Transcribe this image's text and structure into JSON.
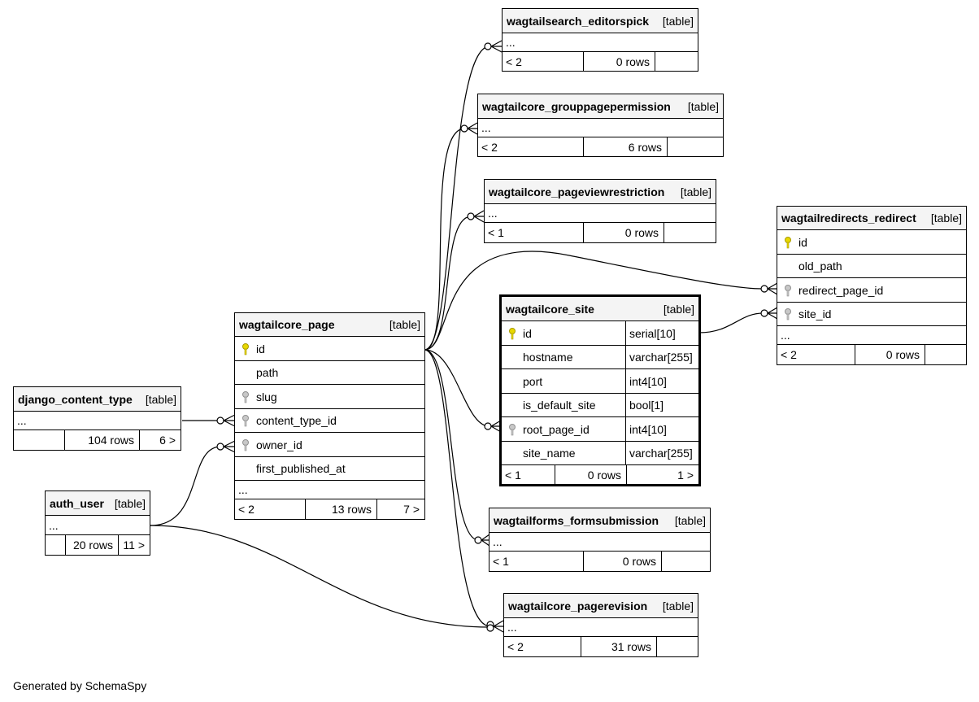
{
  "footer": {
    "generated_by": "Generated by SchemaSpy"
  },
  "tables": {
    "wagtailsearch_editorspick": {
      "name": "wagtailsearch_editorspick",
      "type": "[table]",
      "more": "...",
      "parents": "< 2",
      "rows": "0 rows",
      "children": ""
    },
    "wagtailcore_grouppagepermission": {
      "name": "wagtailcore_grouppagepermission",
      "type": "[table]",
      "more": "...",
      "parents": "< 2",
      "rows": "6 rows",
      "children": ""
    },
    "wagtailcore_pageviewrestriction": {
      "name": "wagtailcore_pageviewrestriction",
      "type": "[table]",
      "more": "...",
      "parents": "< 1",
      "rows": "0 rows",
      "children": ""
    },
    "wagtailredirects_redirect": {
      "name": "wagtailredirects_redirect",
      "type": "[table]",
      "more": "...",
      "parents": "< 2",
      "rows": "0 rows",
      "children": "",
      "columns": [
        {
          "name": "id",
          "key": "primary-key-icon"
        },
        {
          "name": "old_path",
          "key": ""
        },
        {
          "name": "redirect_page_id",
          "key": "foreign-key-icon"
        },
        {
          "name": "site_id",
          "key": "foreign-key-icon"
        }
      ]
    },
    "wagtailcore_site": {
      "name": "wagtailcore_site",
      "type": "[table]",
      "parents": "< 1",
      "rows": "0 rows",
      "children": "1 >",
      "columns": [
        {
          "name": "id",
          "dtype": "serial[10]",
          "key": "primary-key-icon"
        },
        {
          "name": "hostname",
          "dtype": "varchar[255]",
          "key": ""
        },
        {
          "name": "port",
          "dtype": "int4[10]",
          "key": ""
        },
        {
          "name": "is_default_site",
          "dtype": "bool[1]",
          "key": ""
        },
        {
          "name": "root_page_id",
          "dtype": "int4[10]",
          "key": "foreign-key-icon"
        },
        {
          "name": "site_name",
          "dtype": "varchar[255]",
          "key": ""
        }
      ]
    },
    "wagtailcore_page": {
      "name": "wagtailcore_page",
      "type": "[table]",
      "more": "...",
      "parents": "< 2",
      "rows": "13 rows",
      "children": "7 >",
      "columns": [
        {
          "name": "id",
          "key": "primary-key-icon"
        },
        {
          "name": "path",
          "key": ""
        },
        {
          "name": "slug",
          "key": "foreign-key-icon"
        },
        {
          "name": "content_type_id",
          "key": "foreign-key-icon"
        },
        {
          "name": "owner_id",
          "key": "foreign-key-icon"
        },
        {
          "name": "first_published_at",
          "key": ""
        }
      ]
    },
    "django_content_type": {
      "name": "django_content_type",
      "type": "[table]",
      "more": "...",
      "parents": "",
      "rows": "104 rows",
      "children": "6 >"
    },
    "auth_user": {
      "name": "auth_user",
      "type": "[table]",
      "more": "...",
      "parents": "",
      "rows": "20 rows",
      "children": "11 >"
    },
    "wagtailforms_formsubmission": {
      "name": "wagtailforms_formsubmission",
      "type": "[table]",
      "more": "...",
      "parents": "< 1",
      "rows": "0 rows",
      "children": ""
    },
    "wagtailcore_pagerevision": {
      "name": "wagtailcore_pagerevision",
      "type": "[table]",
      "more": "...",
      "parents": "< 2",
      "rows": "31 rows",
      "children": ""
    }
  }
}
